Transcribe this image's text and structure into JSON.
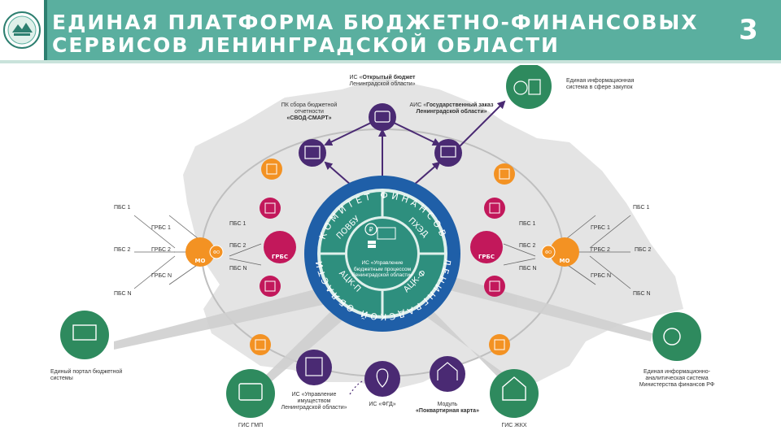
{
  "header": {
    "title_line1": "ЕДИНАЯ ПЛАТФОРМА БЮДЖЕТНО-ФИНАНСОВЫХ",
    "title_line2": "СЕРВИСОВ ЛЕНИНГРАДСКОЙ ОБЛАСТИ",
    "page_number": "3"
  },
  "ring": {
    "top_text": "КОМИТЕТ ФИНАНСОВ",
    "bottom_text": "ЛЕНИНГРАДСКОЙ ОБЛАСТИ"
  },
  "center": {
    "segment_top_left": "ПОВБУ",
    "segment_top_right": "ПХЭД",
    "segment_bottom_left": "АЦК-П",
    "segment_bottom_right": "АЦК-Ф",
    "system_label": "ИС «Управление бюджетным процессом Ленинградской области»"
  },
  "nodes": {
    "open_budget": {
      "prefix": "ИС «",
      "bold": "Открытый бюджет",
      "rest": "Ленинградской области»"
    },
    "svod_smart": {
      "text": "ПК сбора бюджетной отчетности",
      "bold": "«СВОД-СМАРТ»"
    },
    "gos_zakaz": {
      "prefix": "АИС «",
      "bold": "Государственный заказ",
      "rest": "Ленинградской области»"
    },
    "eis_zakupki": {
      "text": "Единая информационная система в сфере закупок"
    },
    "portal": {
      "text": "Единый портал бюджетной системы"
    },
    "gis_gmp": {
      "text": "ГИС ГМП"
    },
    "property": {
      "text": "ИС «Управление имуществом Ленинградской области»"
    },
    "fgd": {
      "text": "ИС «ФГД»"
    },
    "kvartira": {
      "text": "Модуль",
      "bold": "«Поквартирная карта»"
    },
    "gis_zhkh": {
      "text": "ГИС ЖКХ"
    },
    "minfin": {
      "text": "Единая информационно-аналитическая система Министерства финансов РФ"
    }
  },
  "left_group": {
    "grbs_badge": "ГРБС",
    "mo_badge": "МО",
    "fo_badge": "ФО",
    "pbs1": "ПБС 1",
    "grbs1": "ГРБС 1",
    "pbs2": "ПБС 2",
    "grbs2": "ГРБС 2",
    "pbsN": "ПБС N",
    "grbsN": "ГРБС N",
    "inner_pbs1": "ПБС 1",
    "inner_pbs2": "ПБС 2",
    "inner_pbsN": "ПБС N"
  },
  "right_group": {
    "grbs_badge": "ГРБС",
    "mo_badge": "МО",
    "fo_badge": "ФО",
    "pbs1": "ПБС 1",
    "grbs1": "ГРБС 1",
    "pbs2": "ПБС 2",
    "grbs2": "ГРБС 2",
    "pbsN": "ПБС N",
    "grbsN": "ГРБС N",
    "inner_pbs1": "ПБС 1",
    "inner_pbs2": "ПБС 2",
    "inner_pbsN": "ПБС N"
  },
  "colors": {
    "header_bg": "#5aaf9f",
    "ring_blue": "#1f5fa8",
    "center_teal": "#2e8f7e",
    "orange": "#f39223",
    "magenta": "#c2185b",
    "purple": "#4a2a73",
    "green": "#2e8a5e",
    "map_gray": "#e3e3e3"
  }
}
